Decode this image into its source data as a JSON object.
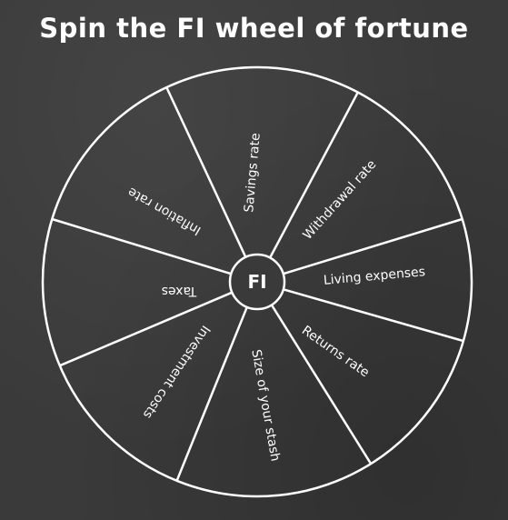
{
  "title": "Spin the FI wheel of fortune",
  "hub": {
    "label": "FI"
  },
  "segments": [
    {
      "label": "Savings rate"
    },
    {
      "label": "Withdrawal rate"
    },
    {
      "label": "Living expenses"
    },
    {
      "label": "Returns rate"
    },
    {
      "label": "Size of your stash"
    },
    {
      "label": "Investment costs"
    },
    {
      "label": "Taxes"
    },
    {
      "label": "Inflation rate"
    }
  ],
  "colors": {
    "background": "#3a3a3a",
    "chalk": "#ffffff"
  }
}
